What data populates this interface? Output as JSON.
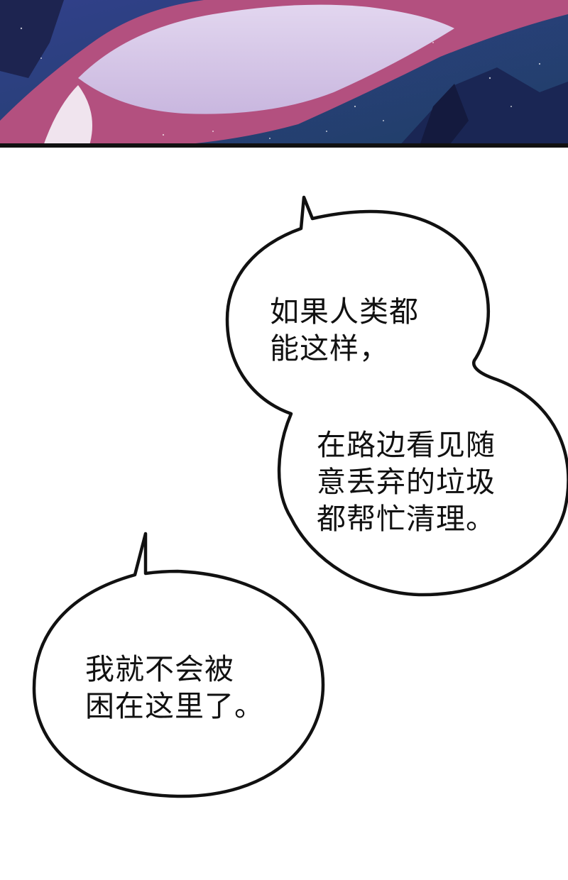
{
  "panel": {
    "colors": {
      "night_sky": "#2a3a78",
      "teal_sky": "#23506a",
      "pink_garment": "#b04a7a",
      "pale_fabric": "#d6c8e6",
      "border": "#111111"
    }
  },
  "bubbles": [
    {
      "lines": [
        "如果人类都",
        "能这样，"
      ]
    },
    {
      "lines": [
        "在路边看见随",
        "意丢弃的垃圾",
        "都帮忙清理。"
      ]
    },
    {
      "lines": [
        "我就不会被",
        "困在这里了。"
      ]
    }
  ]
}
